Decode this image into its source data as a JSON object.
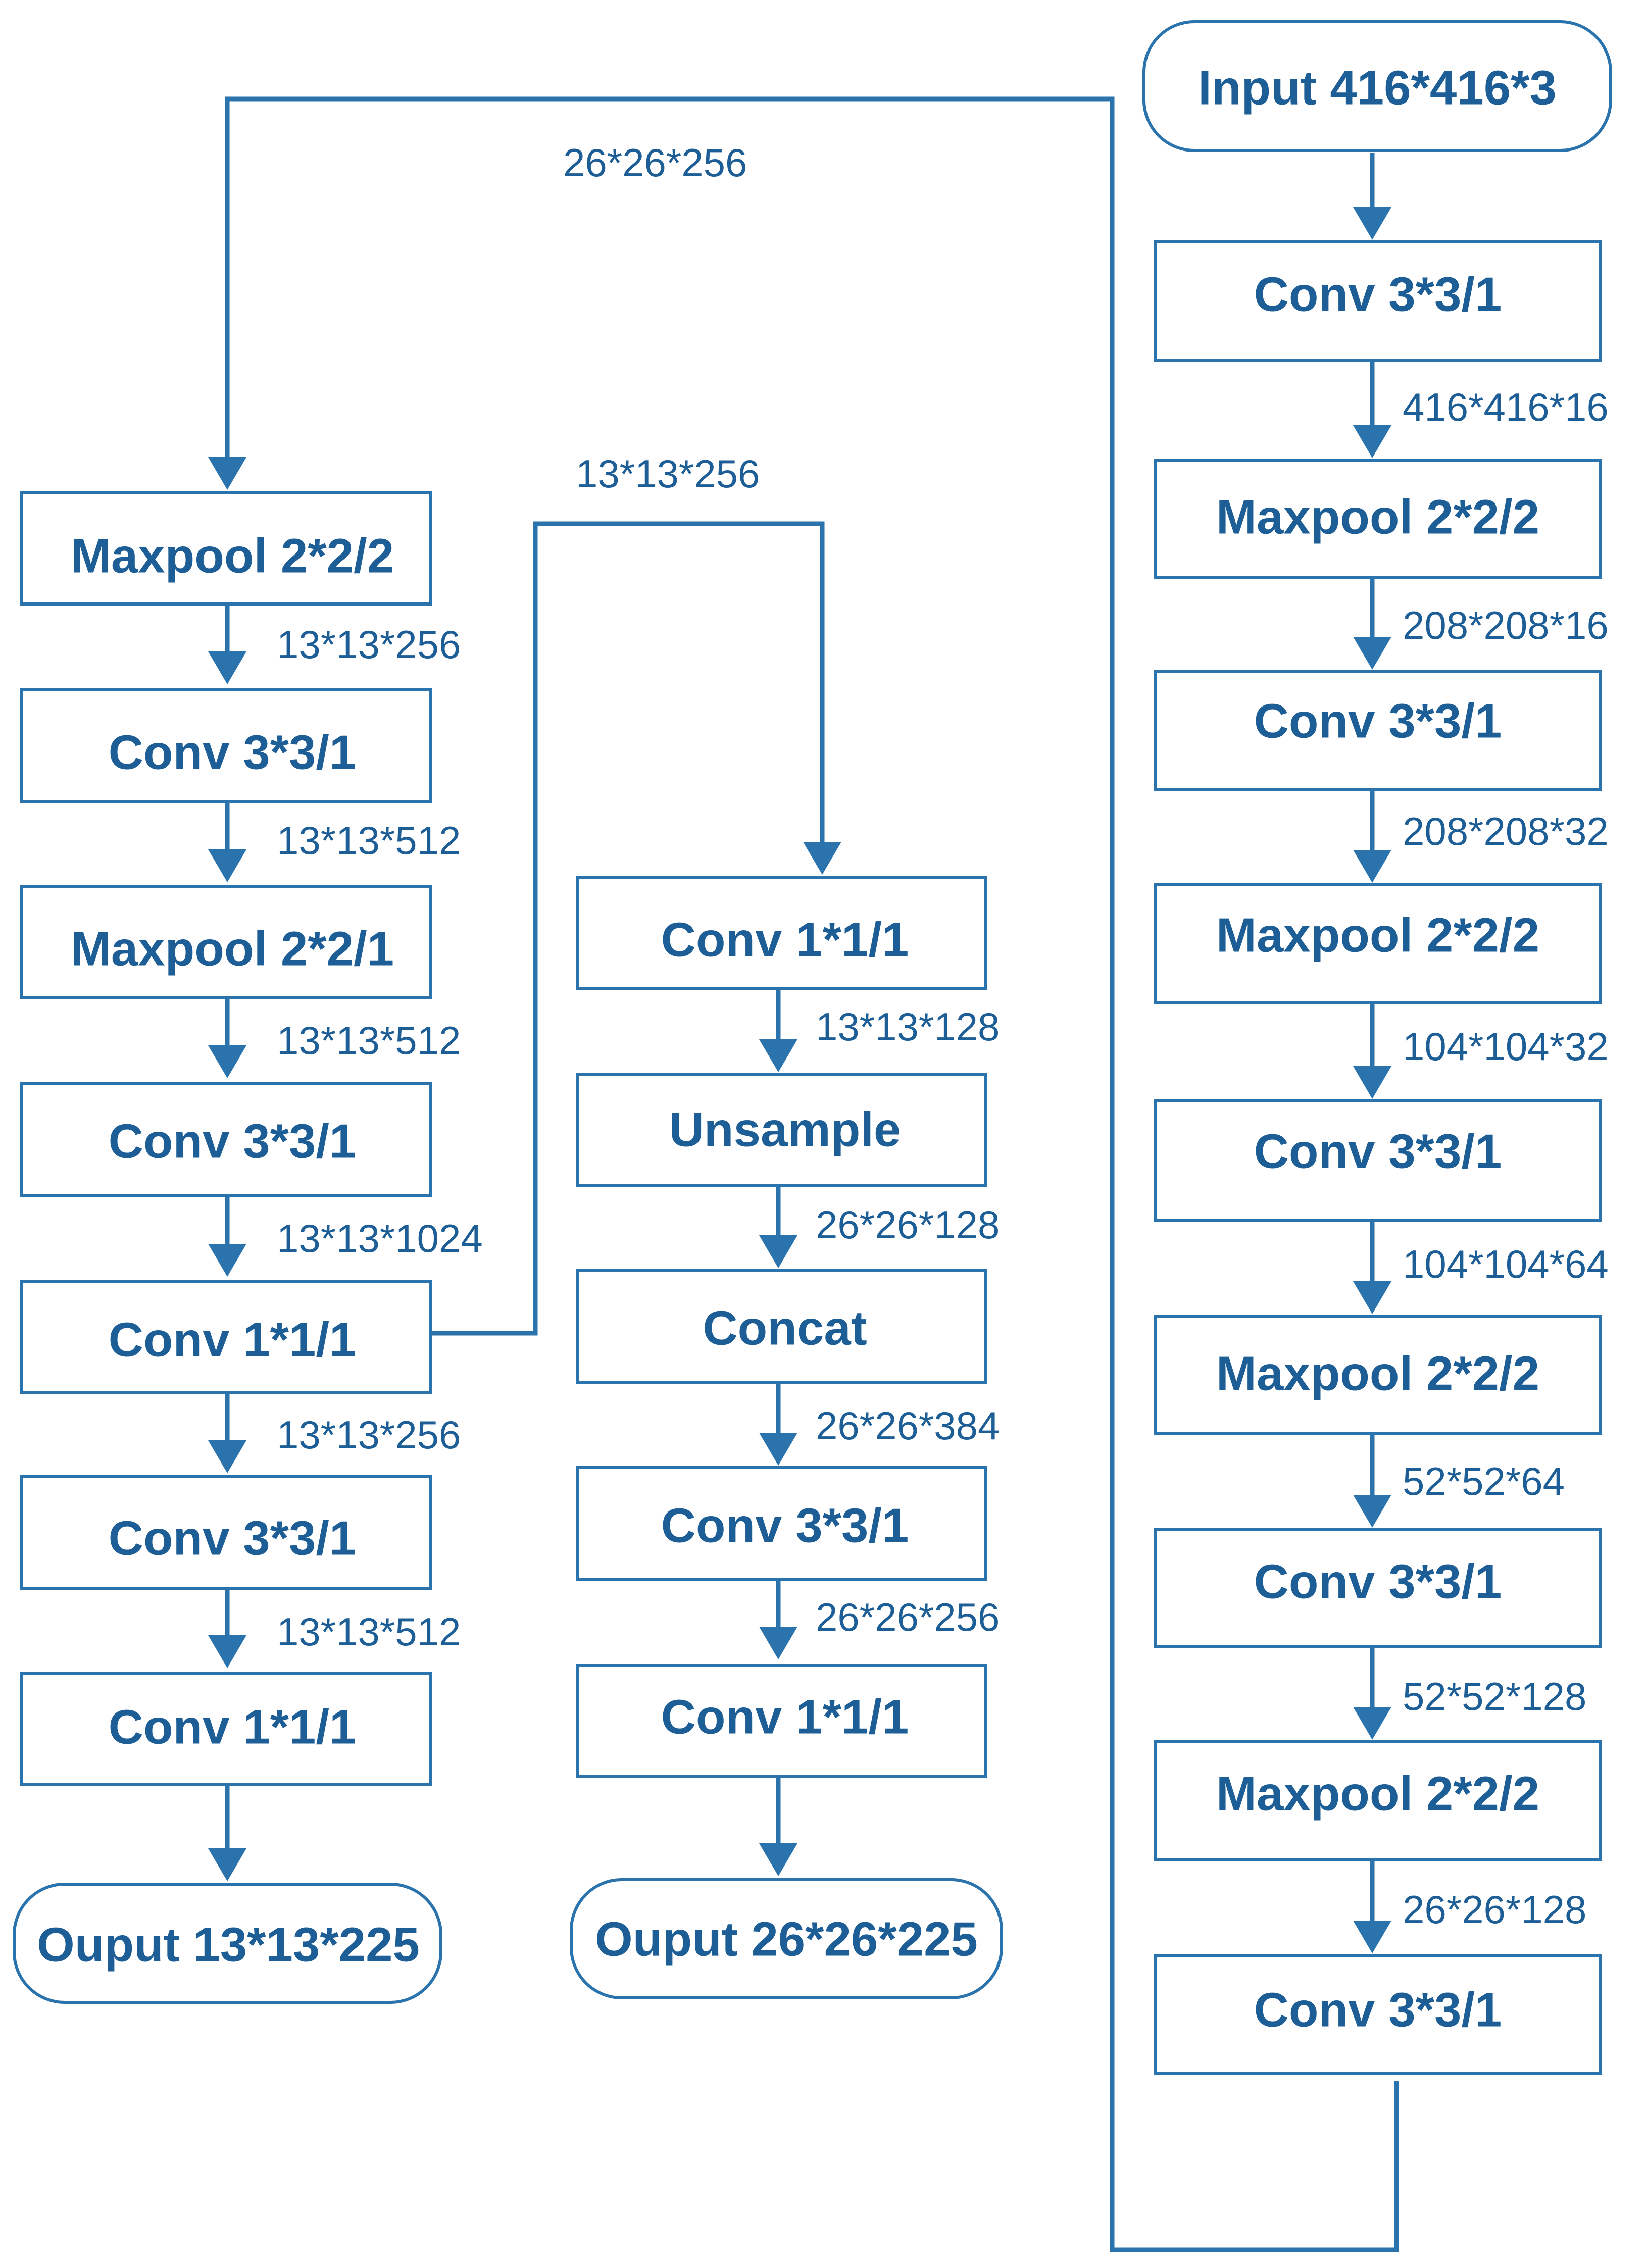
{
  "diagram": {
    "colors": {
      "line": "#2a73ad",
      "text": "#1d5e96",
      "background": "#ffffff"
    },
    "nodes": {
      "input": {
        "label": "Input 416*416*3"
      },
      "r1": {
        "label": "Conv 3*3/1"
      },
      "r2": {
        "label": "Maxpool 2*2/2"
      },
      "r3": {
        "label": "Conv 3*3/1"
      },
      "r4": {
        "label": "Maxpool 2*2/2"
      },
      "r5": {
        "label": "Conv 3*3/1"
      },
      "r6": {
        "label": "Maxpool 2*2/2"
      },
      "r7": {
        "label": "Conv 3*3/1"
      },
      "r8": {
        "label": "Maxpool 2*2/2"
      },
      "r9": {
        "label": "Conv 3*3/1"
      },
      "l1": {
        "label": "Maxpool 2*2/2"
      },
      "l2": {
        "label": "Conv 3*3/1"
      },
      "l3": {
        "label": "Maxpool 2*2/1"
      },
      "l4": {
        "label": "Conv 3*3/1"
      },
      "l5": {
        "label": "Conv 1*1/1"
      },
      "l6": {
        "label": "Conv 3*3/1"
      },
      "l7": {
        "label": "Conv 1*1/1"
      },
      "out1": {
        "label": "Ouput 13*13*225"
      },
      "m1": {
        "label": "Conv 1*1/1"
      },
      "m2": {
        "label": "Unsample"
      },
      "m3": {
        "label": "Concat"
      },
      "m4": {
        "label": "Conv 3*3/1"
      },
      "m5": {
        "label": "Conv 1*1/1"
      },
      "out2": {
        "label": "Ouput 26*26*225"
      }
    },
    "edge_labels": {
      "input_r1": "",
      "r1_r2": "416*416*16",
      "r2_r3": "208*208*16",
      "r3_r4": "208*208*32",
      "r4_r5": "104*104*32",
      "r5_r6": "104*104*64",
      "r6_r7": "52*52*64",
      "r7_r8": "52*52*128",
      "r8_r9": "26*26*128",
      "r9_l1": "26*26*256",
      "l1_l2": "13*13*256",
      "l2_l3": "13*13*512",
      "l3_l4": "13*13*512",
      "l4_l5": "13*13*1024",
      "l5_l6": "13*13*256",
      "l6_l7": "13*13*512",
      "l5_m1": "13*13*256",
      "m1_m2": "13*13*128",
      "m2_m3": "26*26*128",
      "m3_m4": "26*26*384",
      "m4_m5": "26*26*256"
    }
  }
}
